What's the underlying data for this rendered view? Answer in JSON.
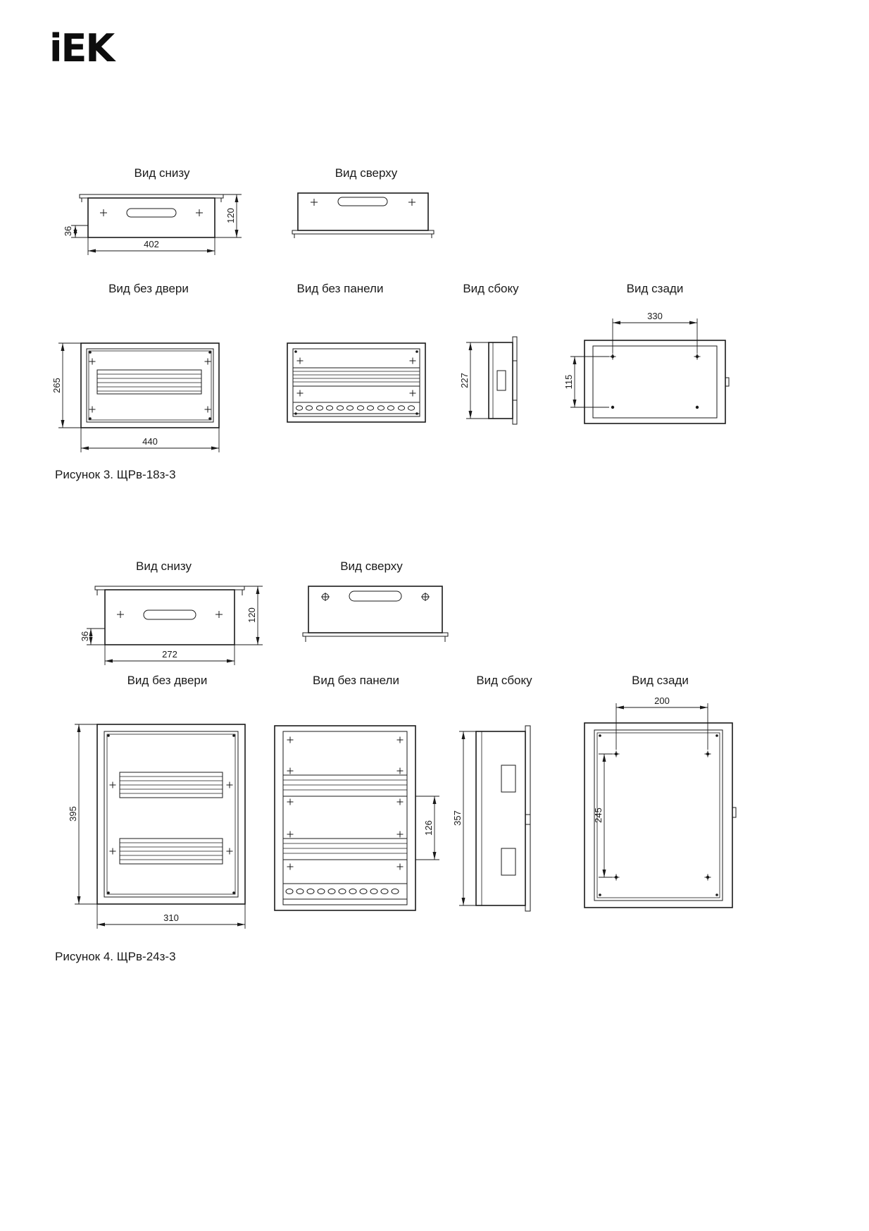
{
  "logo": {
    "text": "iEK"
  },
  "figure3": {
    "caption": "Рисунок 3. ЩРв-18з-3",
    "bottom_view": {
      "title": "Вид снизу",
      "dim_flange": "36",
      "dim_width": "402",
      "dim_depth": "120"
    },
    "top_view": {
      "title": "Вид сверху"
    },
    "front_view": {
      "title": "Вид без двери",
      "dim_height": "265",
      "dim_width": "440"
    },
    "panel_view": {
      "title": "Вид без панели"
    },
    "side_view": {
      "title": "Вид сбоку",
      "dim_height": "227"
    },
    "rear_view": {
      "title": "Вид сзади",
      "dim_width": "330",
      "dim_height": "115"
    }
  },
  "figure4": {
    "caption": "Рисунок 4. ЩРв-24з-3",
    "bottom_view": {
      "title": "Вид снизу",
      "dim_flange": "36",
      "dim_width": "272",
      "dim_depth": "120"
    },
    "top_view": {
      "title": "Вид сверху"
    },
    "front_view": {
      "title": "Вид без двери",
      "dim_height": "395",
      "dim_width": "310"
    },
    "panel_view": {
      "title": "Вид без панели",
      "dim_rail_gap": "126"
    },
    "side_view": {
      "title": "Вид сбоку",
      "dim_height": "357"
    },
    "rear_view": {
      "title": "Вид сзади",
      "dim_width": "200",
      "dim_height": "245"
    }
  }
}
